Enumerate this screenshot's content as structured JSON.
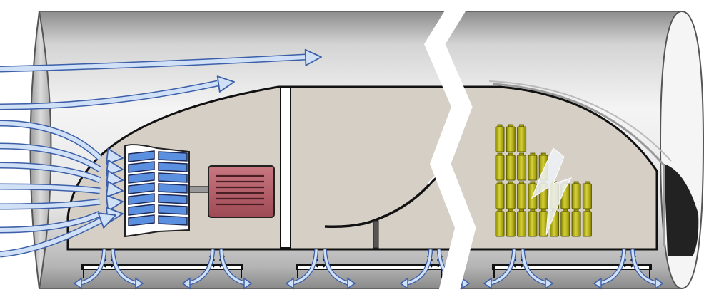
{
  "diagram": {
    "components": [
      {
        "id": "tube",
        "icon": "tube-cross-section-icon"
      },
      {
        "id": "capsule",
        "icon": "capsule-body-icon"
      },
      {
        "id": "compressor",
        "icon": "compressor-fan-icon"
      },
      {
        "id": "motor",
        "icon": "electric-motor-icon"
      },
      {
        "id": "seat",
        "icon": "passenger-seat-icon"
      },
      {
        "id": "battery-pack",
        "icon": "battery-pack-icon"
      },
      {
        "id": "air-bearings",
        "icon": "air-bearing-skis-icon"
      }
    ],
    "battery_rows": [
      3,
      5,
      9,
      9
    ],
    "airflow_streams_upper": 2,
    "airflow_streams_inlet": 6,
    "bearing_pads": 6,
    "colors": {
      "tube_light": "#f2f2f2",
      "tube_dark": "#8c8c8c",
      "capsule_fill": "#d5cfc6",
      "airflow_fill": "#cfe0f7",
      "airflow_stroke": "#3d5fa8",
      "compressor_blue": "#5b8fe0",
      "motor_fill": "#b8626c",
      "battery_fill": "#c4c020",
      "battery_stroke": "#5c5a00",
      "lightning": "#e8edf5"
    }
  }
}
